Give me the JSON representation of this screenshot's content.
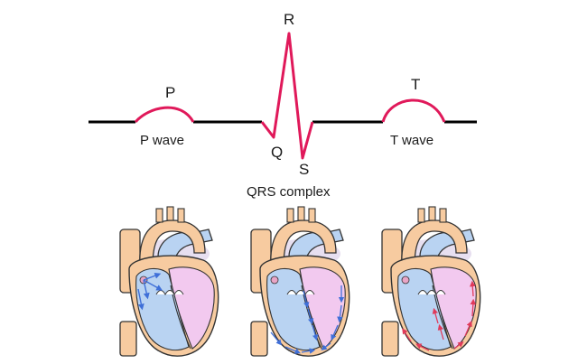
{
  "ecg": {
    "labels": {
      "p": "P",
      "p_wave": "P wave",
      "r": "R",
      "q": "Q",
      "s": "S",
      "qrs": "QRS complex",
      "t": "T",
      "t_wave": "T wave"
    },
    "colors": {
      "baseline": "#000000",
      "wave": "#e0195a"
    }
  },
  "hearts": [
    {
      "phase": "atrial-depolarization",
      "signal_color": "#3f6fd8"
    },
    {
      "phase": "ventricular-depolarization",
      "signal_color": "#3f6fd8"
    },
    {
      "phase": "ventricular-repolarization",
      "signal_color": "#e03a5a"
    }
  ],
  "colors": {
    "aorta": "#f7cba0",
    "right_heart": "#b9d3f2",
    "left_heart": "#f2c9ef",
    "outline": "#333333"
  }
}
